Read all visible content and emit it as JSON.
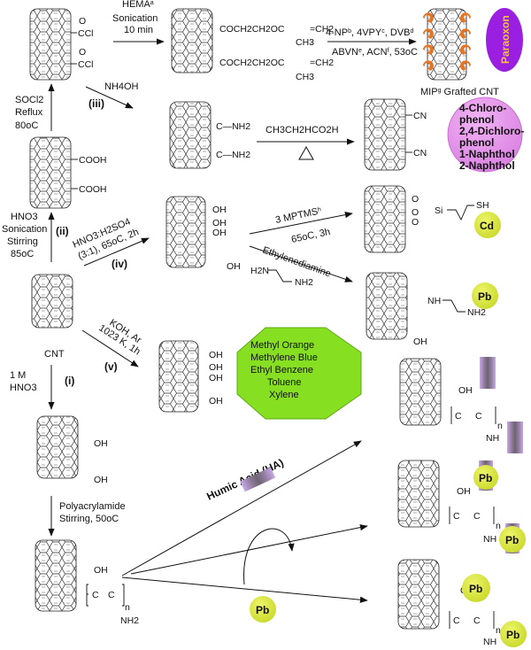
{
  "title": "Functionalization routes of carbon nanotubes (CNT) and adsorbed targets",
  "colors": {
    "paraoxon_fill": "#9a1fe0",
    "paraoxon_text": "#f3c23a",
    "phenol_fill": "#e08ae8",
    "metal_fill": "#d9e83a",
    "dye_fill": "#86e021",
    "mip_orange": "#e8741f",
    "humic_fill": "#b99ad6"
  },
  "nodes": {
    "cnt": {
      "label": "CNT"
    },
    "cnt_cocl": {
      "groups": [
        "CCl",
        "CCl"
      ],
      "carbonyl": "O"
    },
    "cnt_cooh_ii": {
      "groups": [
        "COOH",
        "COOH"
      ]
    },
    "cnt_hema": {
      "groups": [
        "COCH2CH2OC",
        "COCH2CH2OC"
      ],
      "tail_top": "=CH2",
      "tail_ch3": "CH3"
    },
    "cnt_mip": {
      "label": "MIP",
      "label_sup": "g",
      "label_rest": " Grafted CNT"
    },
    "cnt_amide": {
      "groups": [
        "C—NH2",
        "C—NH2"
      ]
    },
    "cnt_cn": {
      "groups": [
        "CN",
        "CN"
      ]
    },
    "cnt_oh_iv": {
      "groups": [
        "OH",
        "OH",
        "OH",
        "OH"
      ]
    },
    "cnt_mptms": {
      "groups": [
        "O",
        "O",
        "O",
        "Si",
        "SH"
      ]
    },
    "cnt_eda": {
      "groups": [
        "NH",
        "NH2",
        "OH"
      ]
    },
    "cnt_oh_v": {
      "groups": [
        "OH",
        "OH",
        "OH",
        "OH"
      ]
    },
    "cnt_cooh_i": {
      "groups": [
        "OH",
        "OH"
      ]
    },
    "cnt_paa": {
      "groups": [
        "OH",
        "C",
        "C",
        "n",
        "NH2"
      ]
    },
    "prod_ha": {
      "groups": [
        "OH",
        "C",
        "C",
        "n",
        "NH"
      ]
    },
    "prod_ha_pb": {
      "groups": [
        "OH",
        "C",
        "C",
        "n",
        "NH"
      ]
    },
    "prod_pb": {
      "groups": [
        "O",
        "C",
        "C",
        "n",
        "NH"
      ]
    }
  },
  "reactions": {
    "socl2": {
      "lines": [
        "SOCl2",
        "Reflux",
        "80oC"
      ]
    },
    "hema": {
      "reagent": "HEMA",
      "sup": "a",
      "lines": [
        "Sonication",
        "10 min"
      ]
    },
    "mip": {
      "line1": "4-NP",
      "s1": "b",
      "t1": ", 4VPY",
      "s2": "c",
      "t2": ", DVB",
      "s3": "d",
      "line2": "ABVN",
      "s4": "e",
      "t4": ", ACN",
      "s5": "f",
      "t5": ", 53oC"
    },
    "iii": {
      "label": "(iii)",
      "reagent": "NH4OH"
    },
    "propanoic": {
      "reagent": "CH3CH2HCO2H",
      "condition": "Δ heat"
    },
    "ii": {
      "label": "(ii)",
      "lines": [
        "HNO3",
        "Sonication",
        "Stirring",
        "85oC"
      ]
    },
    "iv": {
      "label": "(iv)",
      "line1": "HNO3:H2SO4",
      "line2": "(3:1), 65oC, 2h"
    },
    "mptms": {
      "line1": "3 MPTMS",
      "sup": "h",
      "line2": "65oC, 3h"
    },
    "eda": {
      "reagent": "Ethylenediamine",
      "left": "H2N",
      "right": "NH2"
    },
    "v": {
      "label": "(v)",
      "line1": "KOH, Ar",
      "line2": "1023 K, 1h"
    },
    "i": {
      "label": "(i)",
      "lines": [
        "1 M",
        "HNO3"
      ]
    },
    "paa": {
      "lines": [
        "Polyacrylamide",
        "Stirring, 50oC"
      ]
    },
    "ha": {
      "label": "Humic Acid (HA)"
    }
  },
  "targets": {
    "paraoxon": "Paraoxon",
    "phenols": [
      "4-Chloro-",
      "phenol",
      "2,4-Dichloro-",
      "phenol",
      "1-Naphthol",
      "2-Naphthol"
    ],
    "cd": "Cd",
    "pb_eda": "Pb",
    "dyes": [
      "Methyl Orange",
      "Methylene Blue",
      "Ethyl Benzene",
      "Toluene",
      "Xylene"
    ],
    "pb_free": "Pb",
    "pb_ha1": "Pb",
    "pb_ha2": "Pb",
    "pb_o": "Pb",
    "pb_nh": "Pb"
  }
}
